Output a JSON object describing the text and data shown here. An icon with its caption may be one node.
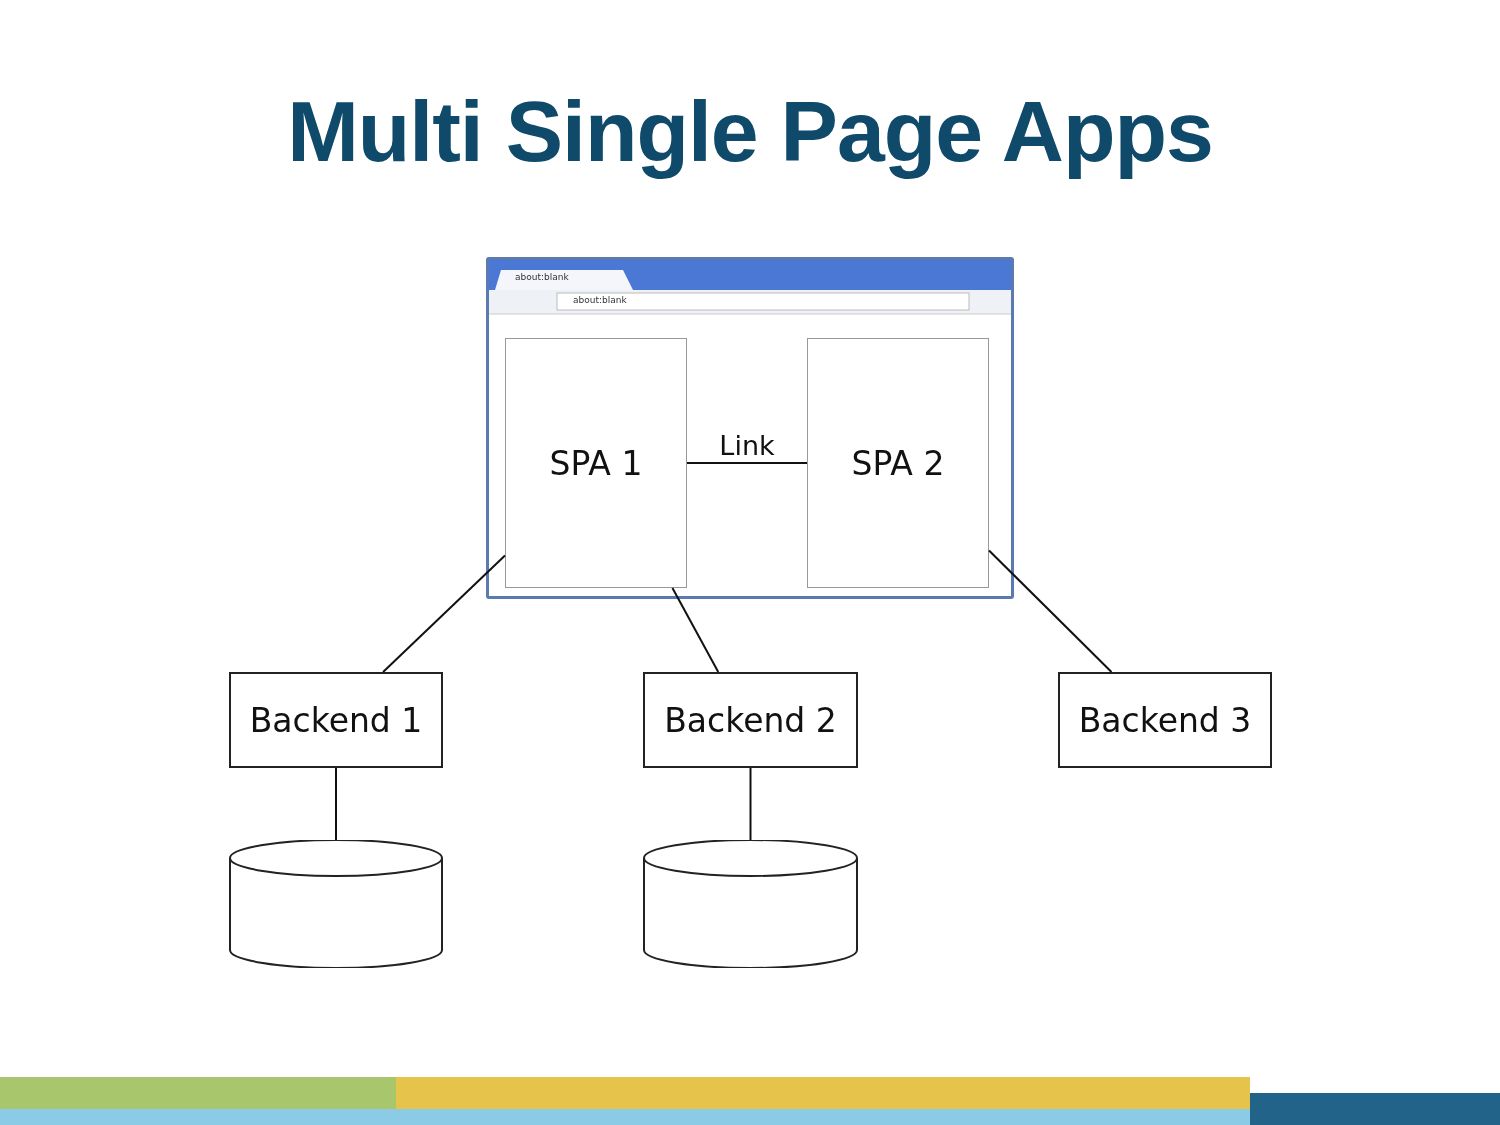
{
  "diagram": {
    "title": "Multi Single Page Apps",
    "nodes": [
      {
        "text": [
          "about:blank",
          "about:blank"
        ]
      },
      {
        "text": [
          "SPA 1"
        ],
        "in": 0
      },
      {
        "text": [
          "SPA 2"
        ],
        "in": 0
      },
      {
        "text": [
          "Backend 1"
        ]
      },
      {
        "text": [
          "Backend 2"
        ]
      },
      {
        "text": [
          "Backend 3"
        ]
      },
      {
        "text": [],
        "shape": "cylinder"
      },
      {
        "text": [],
        "shape": "cylinder"
      }
    ],
    "edges": [
      {
        "from": 1,
        "to": 2,
        "arrow": "none",
        "label": "Link"
      },
      {
        "from": 3,
        "to": 1,
        "arrow": "none"
      },
      {
        "from": 4,
        "to": 1,
        "arrow": "none"
      },
      {
        "from": 5,
        "to": 2,
        "arrow": "none"
      },
      {
        "from": 3,
        "to": 6,
        "arrow": "none"
      },
      {
        "from": 4,
        "to": 7,
        "arrow": "none"
      }
    ]
  }
}
